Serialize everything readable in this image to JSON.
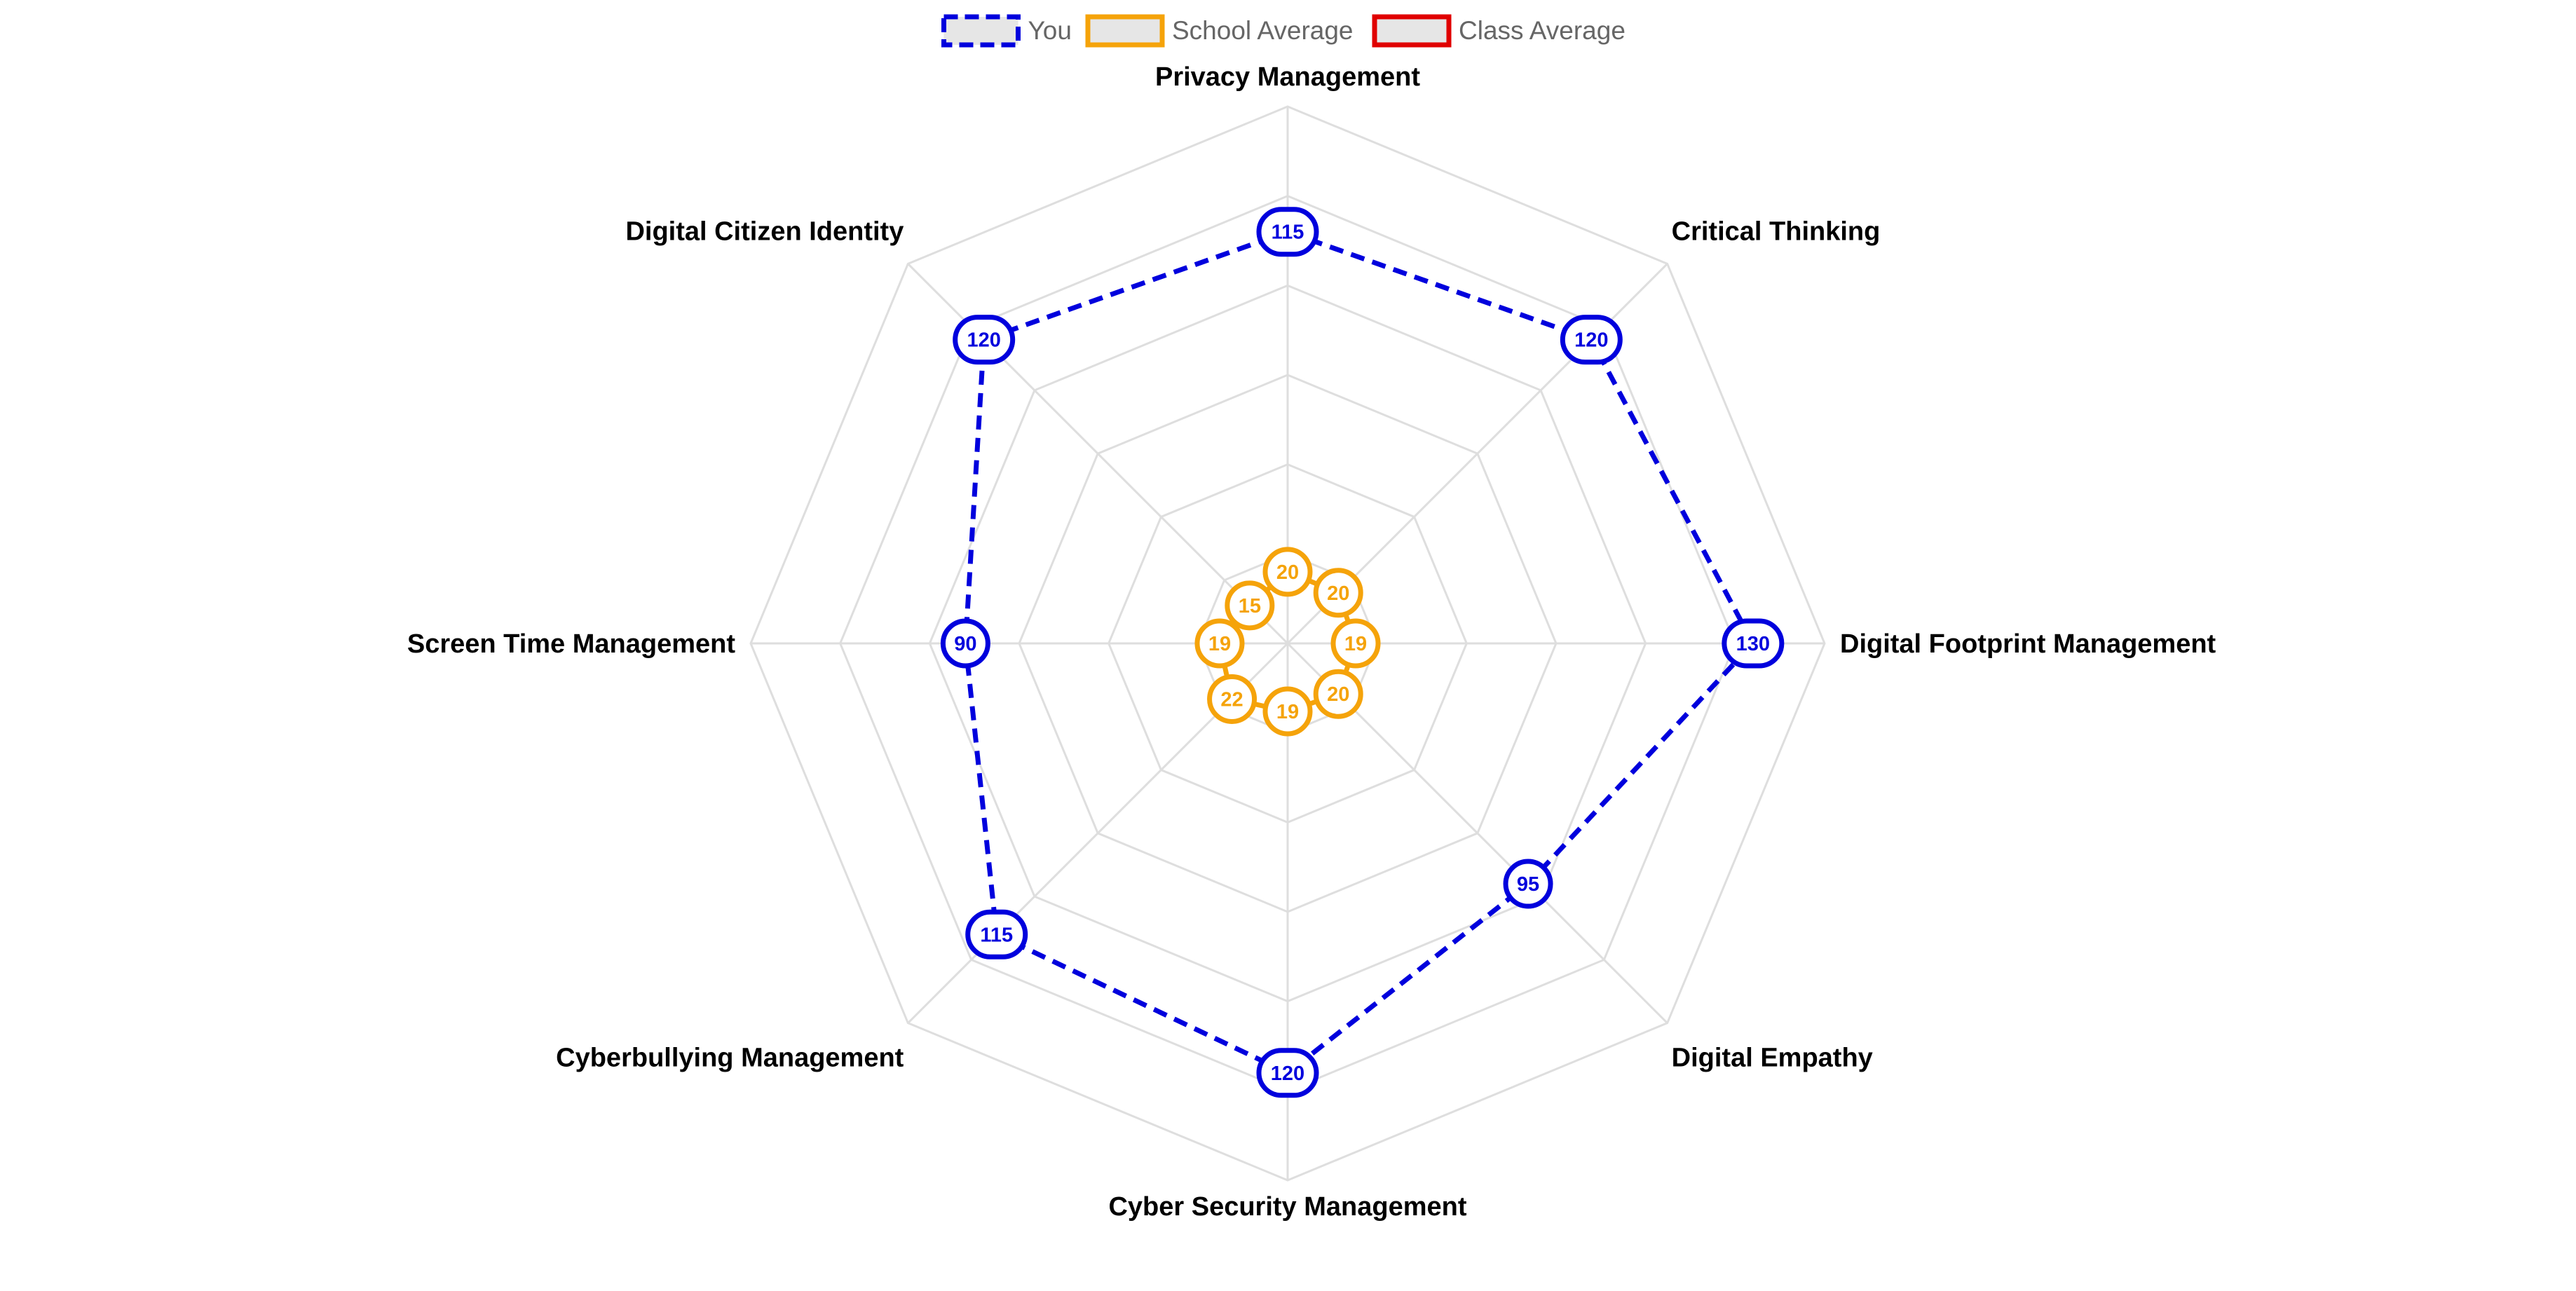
{
  "chart_data": {
    "type": "radar",
    "categories": [
      "Privacy Management",
      "Critical Thinking",
      "Digital Footprint Management",
      "Digital Empathy",
      "Cyber Security Management",
      "Cyberbullying Management",
      "Screen Time Management",
      "Digital Citizen Identity"
    ],
    "series": [
      {
        "name": "You",
        "values": [
          115,
          120,
          130,
          95,
          120,
          115,
          90,
          120
        ],
        "color": "#0000dd",
        "line_style": "dashed"
      },
      {
        "name": "School Average",
        "values": [
          20,
          20,
          19,
          20,
          19,
          22,
          19,
          15
        ],
        "color": "#f5a30a",
        "line_style": "solid"
      },
      {
        "name": "Class Average",
        "values": [],
        "color": "#e00000",
        "line_style": "solid"
      }
    ],
    "r_range": [
      0,
      150
    ],
    "grid_rings": 6,
    "grid": true,
    "legend_position": "top-center",
    "legend_fill": "#e6e6e6",
    "grid_color": "#dedede"
  }
}
